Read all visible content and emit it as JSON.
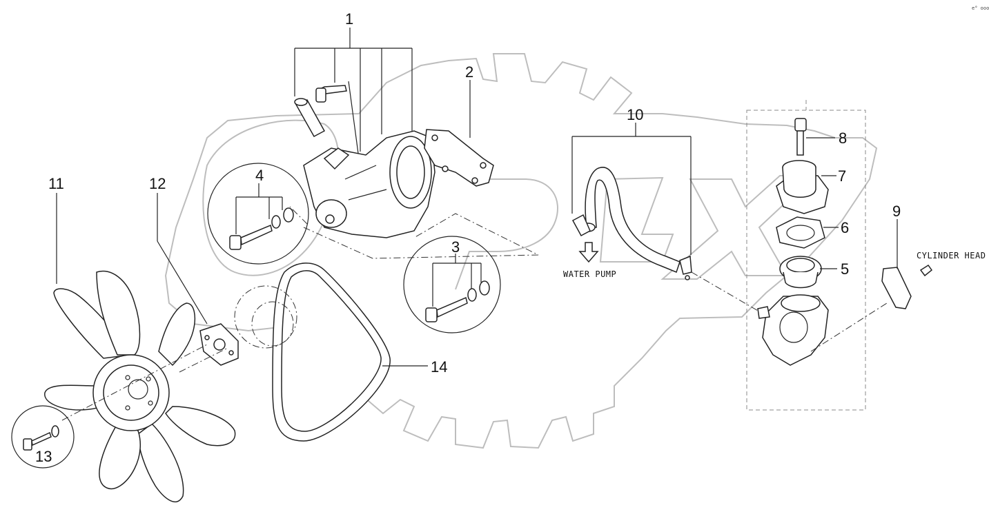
{
  "corner_mark": "e° ooo",
  "callouts": [
    "1",
    "2",
    "3",
    "4",
    "5",
    "6",
    "7",
    "8",
    "9",
    "10",
    "11",
    "12",
    "13",
    "14"
  ],
  "captions": {
    "water_pump": "WATER PUMP",
    "cylinder_head": "CYLINDER HEAD"
  },
  "colors": {
    "line": "#222222",
    "watermark": "#bdbdbd",
    "background": "#ffffff"
  }
}
